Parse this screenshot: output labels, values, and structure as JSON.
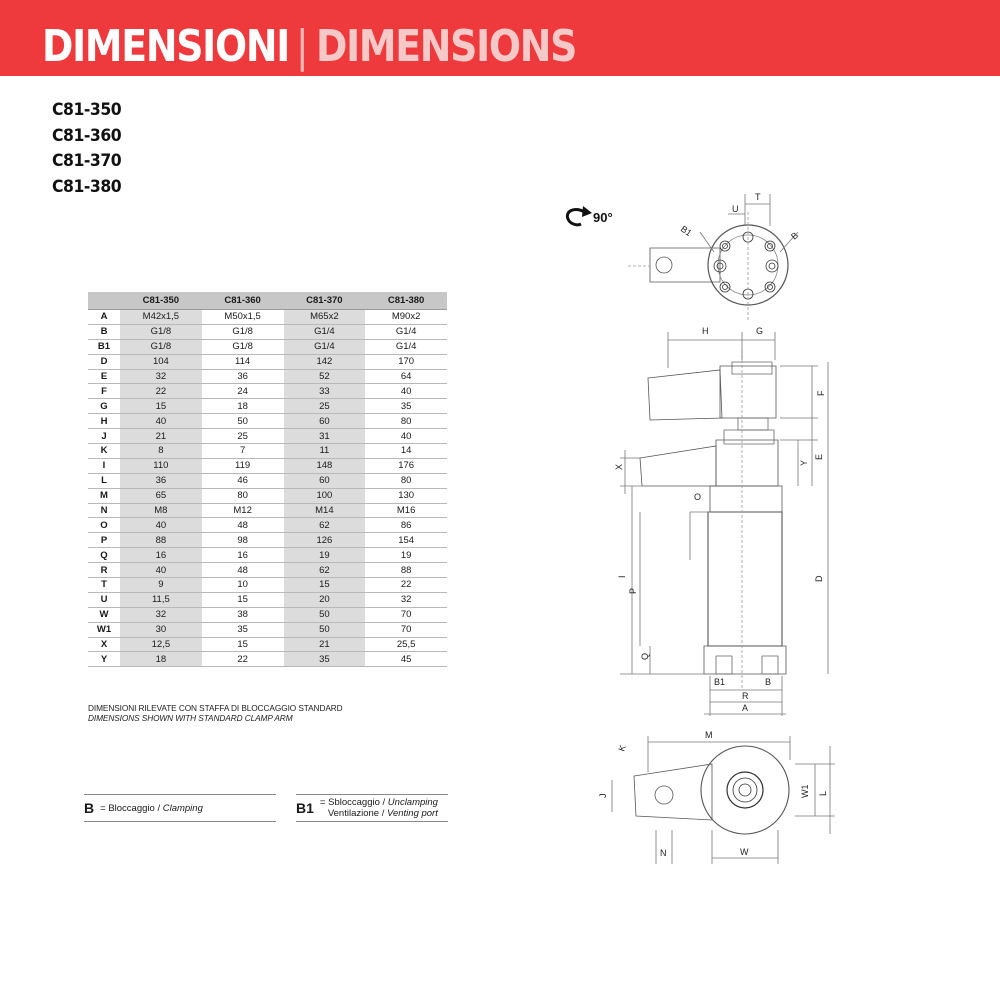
{
  "header": {
    "title_it": "DIMENSIONI",
    "separator": "|",
    "title_en": "DIMENSIONS"
  },
  "models": [
    "C81-350",
    "C81-360",
    "C81-370",
    "C81-380"
  ],
  "table": {
    "columns": [
      "",
      "C81-350",
      "C81-360",
      "C81-370",
      "C81-380"
    ],
    "rows": [
      [
        "A",
        "M42x1,5",
        "M50x1,5",
        "M65x2",
        "M90x2"
      ],
      [
        "B",
        "G1/8",
        "G1/8",
        "G1/4",
        "G1/4"
      ],
      [
        "B1",
        "G1/8",
        "G1/8",
        "G1/4",
        "G1/4"
      ],
      [
        "D",
        "104",
        "114",
        "142",
        "170"
      ],
      [
        "E",
        "32",
        "36",
        "52",
        "64"
      ],
      [
        "F",
        "22",
        "24",
        "33",
        "40"
      ],
      [
        "G",
        "15",
        "18",
        "25",
        "35"
      ],
      [
        "H",
        "40",
        "50",
        "60",
        "80"
      ],
      [
        "J",
        "21",
        "25",
        "31",
        "40"
      ],
      [
        "K",
        "8",
        "7",
        "11",
        "14"
      ],
      [
        "I",
        "110",
        "119",
        "148",
        "176"
      ],
      [
        "L",
        "36",
        "46",
        "60",
        "80"
      ],
      [
        "M",
        "65",
        "80",
        "100",
        "130"
      ],
      [
        "N",
        "M8",
        "M12",
        "M14",
        "M16"
      ],
      [
        "O",
        "40",
        "48",
        "62",
        "86"
      ],
      [
        "P",
        "88",
        "98",
        "126",
        "154"
      ],
      [
        "Q",
        "16",
        "16",
        "19",
        "19"
      ],
      [
        "R",
        "40",
        "48",
        "62",
        "88"
      ],
      [
        "T",
        "9",
        "10",
        "15",
        "22"
      ],
      [
        "U",
        "11,5",
        "15",
        "20",
        "32"
      ],
      [
        "W",
        "32",
        "38",
        "50",
        "70"
      ],
      [
        "W1",
        "30",
        "35",
        "50",
        "70"
      ],
      [
        "X",
        "12,5",
        "15",
        "21",
        "25,5"
      ],
      [
        "Y",
        "18",
        "22",
        "35",
        "45"
      ]
    ]
  },
  "note": {
    "it": "DIMENSIONI RILEVATE CON STAFFA DI BLOCCAGGIO STANDARD",
    "en": "DIMENSIONS SHOWN WITH STANDARD CLAMP ARM"
  },
  "legend": {
    "b": {
      "key": "B",
      "eq": "=",
      "it": "Bloccaggio /",
      "en": "Clamping"
    },
    "b1": {
      "key": "B1",
      "eq": "=",
      "line1_it": "Sbloccaggio /",
      "line1_en": "Unclamping",
      "line2_it": "Ventilazione /",
      "line2_en": "Venting port"
    }
  },
  "drawing": {
    "rotation": "90°",
    "labels": {
      "T": "T",
      "U": "U",
      "B1": "B1",
      "B": "B",
      "H": "H",
      "G": "G",
      "F": "F",
      "E": "E",
      "Y": "Y",
      "X": "X",
      "O": "O",
      "I": "I",
      "P": "P",
      "D": "D",
      "Q": "Q",
      "R": "R",
      "A": "A",
      "M": "M",
      "K": "K",
      "J": "J",
      "W1": "W1",
      "L": "L",
      "N": "N",
      "W": "W"
    }
  }
}
